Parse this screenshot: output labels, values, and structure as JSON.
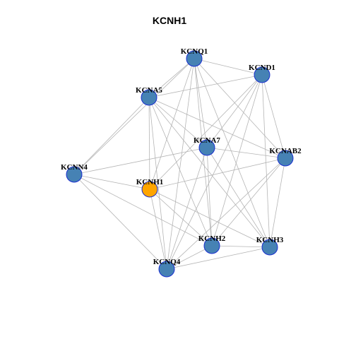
{
  "title": "KCNH1",
  "colors": {
    "default_node": "#4682b4",
    "highlight_node": "#ffa500",
    "node_border": "#1a2fd0",
    "edge": "#b5b5b5"
  },
  "nodes": [
    {
      "id": "KCNQ1",
      "label": "KCNQ1",
      "highlight": false
    },
    {
      "id": "KCND1",
      "label": "KCND1",
      "highlight": false
    },
    {
      "id": "KCNA5",
      "label": "KCNA5",
      "highlight": false
    },
    {
      "id": "KCNA7",
      "label": "KCNA7",
      "highlight": false
    },
    {
      "id": "KCNAB2",
      "label": "KCNAB2",
      "highlight": false
    },
    {
      "id": "KCNN4",
      "label": "KCNN4",
      "highlight": false
    },
    {
      "id": "KCNH1",
      "label": "KCNH1",
      "highlight": true
    },
    {
      "id": "KCNH2",
      "label": "KCNH2",
      "highlight": false
    },
    {
      "id": "KCNH3",
      "label": "KCNH3",
      "highlight": false
    },
    {
      "id": "KCNQ4",
      "label": "KCNQ4",
      "highlight": false
    }
  ],
  "edges": [
    [
      "KCNQ1",
      "KCND1"
    ],
    [
      "KCNQ1",
      "KCNA5"
    ],
    [
      "KCNQ1",
      "KCNN4"
    ],
    [
      "KCNQ1",
      "KCNH1"
    ],
    [
      "KCNQ1",
      "KCNA7"
    ],
    [
      "KCNQ1",
      "KCNAB2"
    ],
    [
      "KCNQ1",
      "KCNH2"
    ],
    [
      "KCNQ1",
      "KCNH3"
    ],
    [
      "KCNQ1",
      "KCNQ4"
    ],
    [
      "KCND1",
      "KCNA5"
    ],
    [
      "KCND1",
      "KCNA7"
    ],
    [
      "KCND1",
      "KCNAB2"
    ],
    [
      "KCND1",
      "KCNH1"
    ],
    [
      "KCND1",
      "KCNH2"
    ],
    [
      "KCND1",
      "KCNH3"
    ],
    [
      "KCND1",
      "KCNQ4"
    ],
    [
      "KCNA5",
      "KCNN4"
    ],
    [
      "KCNA5",
      "KCNA7"
    ],
    [
      "KCNA5",
      "KCNAB2"
    ],
    [
      "KCNA5",
      "KCNH1"
    ],
    [
      "KCNA5",
      "KCNH2"
    ],
    [
      "KCNA5",
      "KCNH3"
    ],
    [
      "KCNA5",
      "KCNQ4"
    ],
    [
      "KCNA7",
      "KCNN4"
    ],
    [
      "KCNA7",
      "KCNAB2"
    ],
    [
      "KCNA7",
      "KCNH2"
    ],
    [
      "KCNA7",
      "KCNH3"
    ],
    [
      "KCNA7",
      "KCNQ4"
    ],
    [
      "KCNAB2",
      "KCNH1"
    ],
    [
      "KCNAB2",
      "KCNH2"
    ],
    [
      "KCNAB2",
      "KCNH3"
    ],
    [
      "KCNAB2",
      "KCNQ4"
    ],
    [
      "KCNN4",
      "KCNH1"
    ],
    [
      "KCNN4",
      "KCNH2"
    ],
    [
      "KCNN4",
      "KCNQ4"
    ],
    [
      "KCNH1",
      "KCNH2"
    ],
    [
      "KCNH1",
      "KCNH3"
    ],
    [
      "KCNH1",
      "KCNQ4"
    ],
    [
      "KCNH2",
      "KCNH3"
    ],
    [
      "KCNH2",
      "KCNQ4"
    ],
    [
      "KCNH3",
      "KCNQ4"
    ]
  ]
}
